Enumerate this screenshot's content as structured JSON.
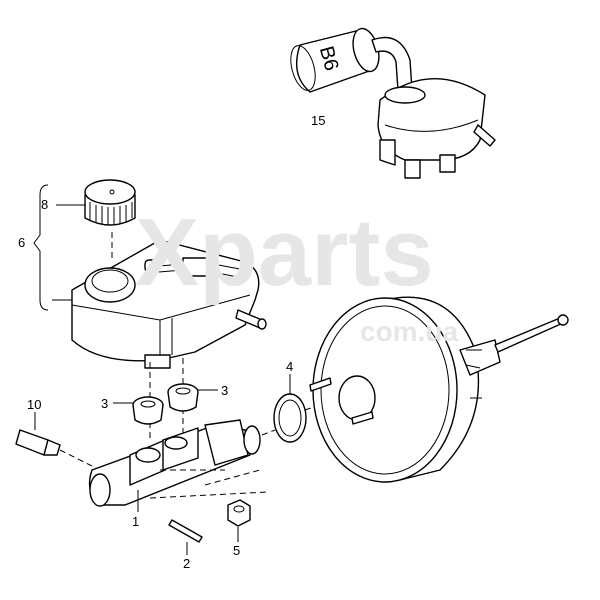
{
  "watermark": {
    "brand": "Xparts",
    "domain": "com.ua"
  },
  "canister_marking": "B6",
  "callouts": [
    {
      "id": "15",
      "part": "vacuum-canister"
    },
    {
      "id": "8",
      "part": "reservoir-cap"
    },
    {
      "id": "6",
      "part": "reservoir-assembly"
    },
    {
      "id": "3",
      "part": "grommet-front"
    },
    {
      "id": "3",
      "part": "grommet-rear"
    },
    {
      "id": "4",
      "part": "gasket-ring"
    },
    {
      "id": "10",
      "part": "pressure-sensor"
    },
    {
      "id": "1",
      "part": "master-cylinder"
    },
    {
      "id": "2",
      "part": "pin"
    },
    {
      "id": "5",
      "part": "nut"
    }
  ]
}
